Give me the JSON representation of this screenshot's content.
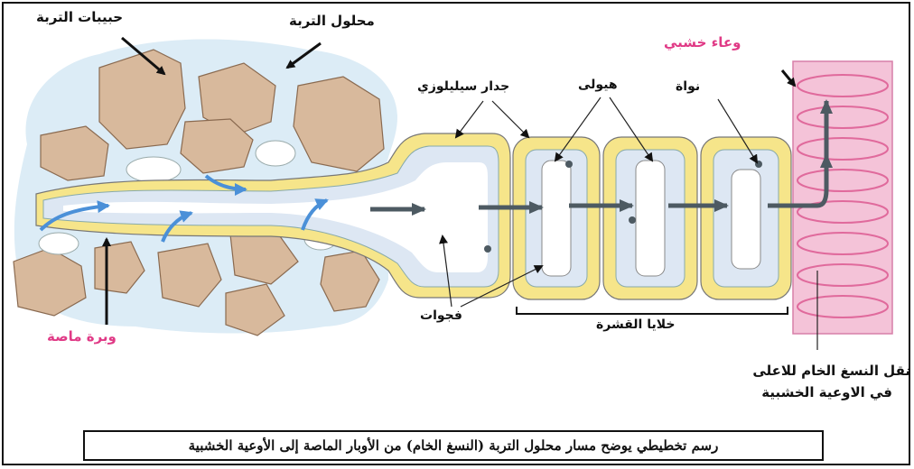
{
  "labels": {
    "soil_particles": "حبيبات التربة",
    "soil_solution": "محلول التربة",
    "xylem_vessel": "وعاء خشبي",
    "cellulose_wall": "جدار سيليلوزي",
    "cytoplasm": "هيولى",
    "nucleus": "نواة",
    "vacuoles": "فجوات",
    "cortex_cells": "خلايا القشرة",
    "root_hair": "وبرة ماصة",
    "sap_transport_line1": "نقل النسغ الخام للاعلى",
    "sap_transport_line2": "في الاوعية الخشبية"
  },
  "caption": "رسم تخطيطي يوضح مسار محلول التربة (النسغ الخام) من الأوبار الماصة إلى الأوعية الخشبية",
  "colors": {
    "soil_particle": "#d8b99c",
    "soil_solution": "#dcecf6",
    "cell_wall": "#f6e58a",
    "cytoplasm": "#dde7f3",
    "vacuole": "#ffffff",
    "xylem": "#f4c3d8",
    "arrow_dark": "#4d5a62",
    "arrow_blue": "#4b90d8",
    "pink_text": "#e03a86"
  }
}
